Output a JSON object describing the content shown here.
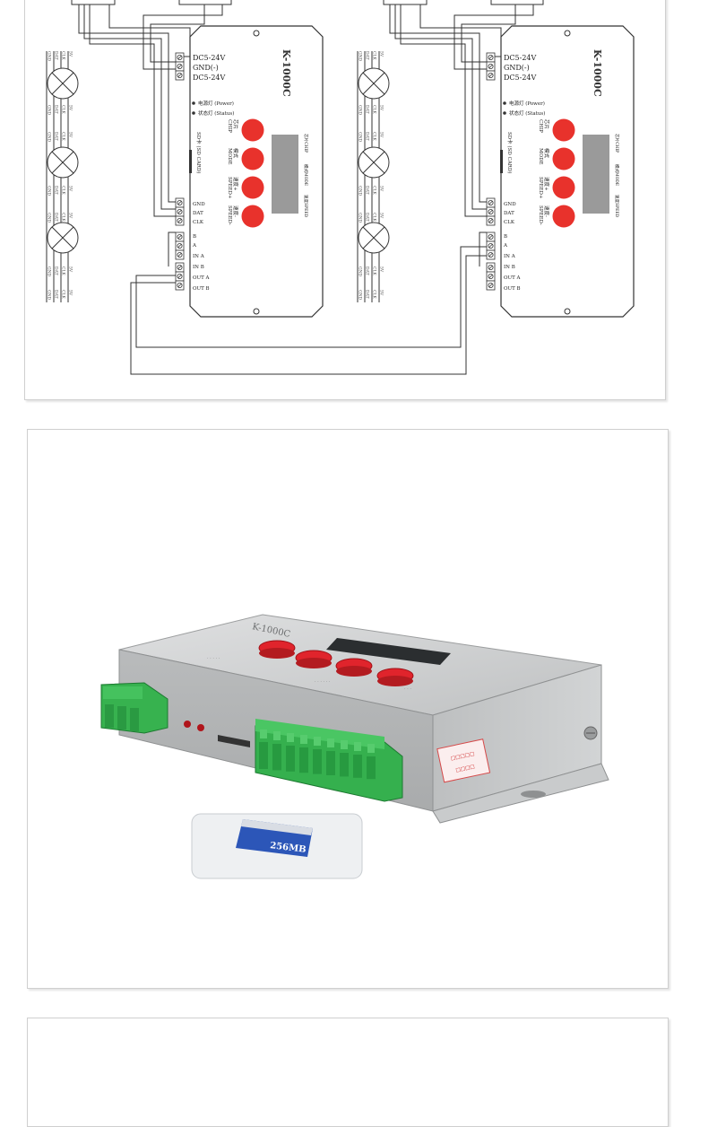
{
  "wiring_diagram": {
    "controllers": [
      {
        "model": "K-1000C",
        "power_terminals": [
          "DC5-24V",
          "GND(-)",
          "DC5-24V"
        ],
        "indicators": [
          "电源灯 (Power)",
          "状态灯 (Status)"
        ],
        "sd_slot": "SD卡 (SD CARD)",
        "buttons": [
          {
            "cn": "芯片",
            "en": "CHIP"
          },
          {
            "cn": "模式",
            "en": "MODE"
          },
          {
            "cn": "速度+",
            "en": "SPEED+"
          },
          {
            "cn": "速度-",
            "en": "SPEED-"
          }
        ],
        "display_labels": [
          "芯片CHIP",
          "模式MODE",
          "速度SPEED"
        ],
        "output_terminals": [
          "GND",
          "DAT",
          "CLK"
        ],
        "link_terminals": [
          "B",
          "A",
          "IN A",
          "IN B",
          "OUT A",
          "OUT B"
        ]
      },
      {
        "model": "K-1000C",
        "power_terminals": [
          "DC5-24V",
          "GND(-)",
          "DC5-24V"
        ],
        "indicators": [
          "电源灯 (Power)",
          "状态灯 (Status)"
        ],
        "sd_slot": "SD卡 (SD CARD)",
        "buttons": [
          {
            "cn": "芯片",
            "en": "CHIP"
          },
          {
            "cn": "模式",
            "en": "MODE"
          },
          {
            "cn": "速度+",
            "en": "SPEED+"
          },
          {
            "cn": "速度-",
            "en": "SPEED-"
          }
        ],
        "display_labels": [
          "芯片CHIP",
          "模式MODE",
          "速度SPEED"
        ],
        "output_terminals": [
          "GND",
          "DAT",
          "CLK"
        ],
        "link_terminals": [
          "B",
          "A",
          "IN A",
          "IN B",
          "OUT A",
          "OUT B"
        ]
      }
    ],
    "strip_wire_labels": [
      "GND",
      "DAT",
      "CLK",
      "5V"
    ],
    "colors": {
      "button_red": "#e8322c",
      "line": "#333333",
      "display": "#9a9a9a"
    }
  },
  "product_photo": {
    "device_label": "K-1000C",
    "sd_card_text": "256MB",
    "colors": {
      "case": "#c8cacb",
      "terminal_green": "#34b04f",
      "button_red": "#e0242c"
    }
  }
}
